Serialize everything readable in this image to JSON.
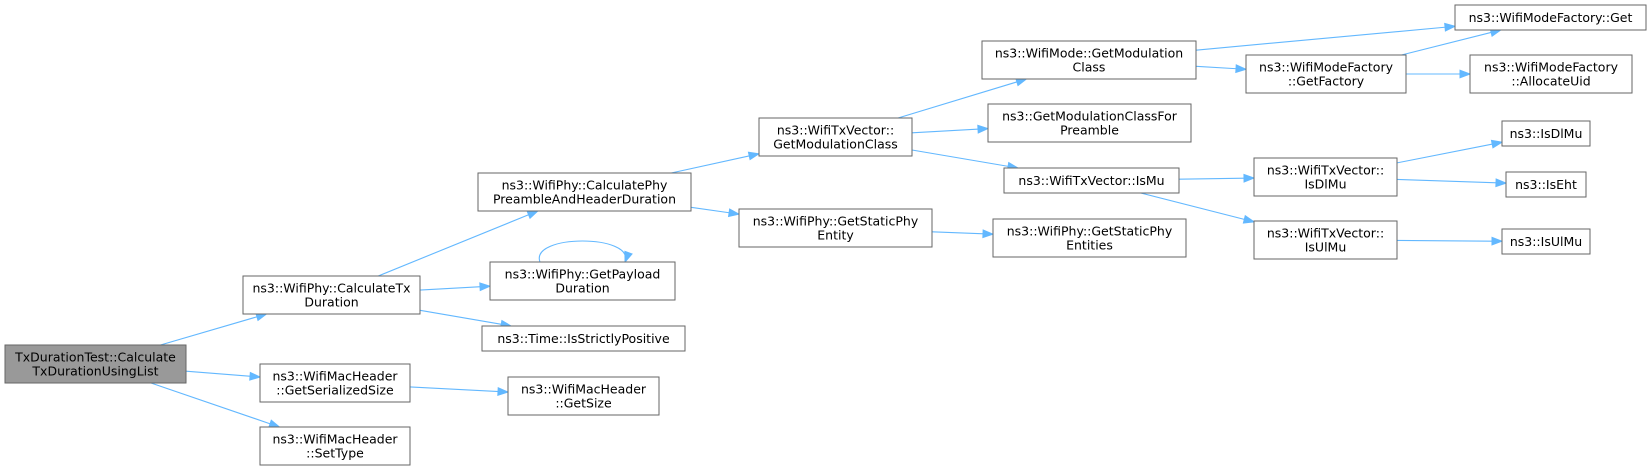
{
  "colors": {
    "edge": "#63b8ff",
    "node_border": "#666666",
    "root_fill": "#999999",
    "node_fill": "#ffffff"
  },
  "nodes": {
    "root": [
      "TxDurationTest::Calculate",
      "TxDurationUsingList"
    ],
    "calcTx": [
      "ns3::WifiPhy::CalculateTx",
      "Duration"
    ],
    "getSerSize": [
      "ns3::WifiMacHeader",
      "::GetSerializedSize"
    ],
    "setType": [
      "ns3::WifiMacHeader",
      "::SetType"
    ],
    "calcPre": [
      "ns3::WifiPhy::CalculatePhy",
      "PreambleAndHeaderDuration"
    ],
    "getPayload": [
      "ns3::WifiPhy::GetPayload",
      "Duration"
    ],
    "isStrict": [
      "ns3::Time::IsStrictlyPositive"
    ],
    "getSize": [
      "ns3::WifiMacHeader",
      "::GetSize"
    ],
    "txGetMod": [
      "ns3::WifiTxVector::",
      "GetModulationClass"
    ],
    "getStatic": [
      "ns3::WifiPhy::GetStaticPhy",
      "Entity"
    ],
    "modeGetMod": [
      "ns3::WifiMode::GetModulation",
      "Class"
    ],
    "modClassPre": [
      "ns3::GetModulationClassFor",
      "Preamble"
    ],
    "txIsMu": [
      "ns3::WifiTxVector::IsMu"
    ],
    "staticEnt": [
      "ns3::WifiPhy::GetStaticPhy",
      "Entities"
    ],
    "factGet": [
      "ns3::WifiModeFactory::Get"
    ],
    "getFactory": [
      "ns3::WifiModeFactory",
      "::GetFactory"
    ],
    "allocUid": [
      "ns3::WifiModeFactory",
      "::AllocateUid"
    ],
    "txIsDlMu": [
      "ns3::WifiTxVector::",
      "IsDlMu"
    ],
    "txIsUlMu": [
      "ns3::WifiTxVector::",
      "IsUlMu"
    ],
    "isDlMu": [
      "ns3::IsDlMu"
    ],
    "isEht": [
      "ns3::IsEht"
    ],
    "isUlMu": [
      "ns3::IsUlMu"
    ]
  },
  "edges": [
    [
      "root",
      "calcTx"
    ],
    [
      "root",
      "getSerSize"
    ],
    [
      "root",
      "setType"
    ],
    [
      "calcTx",
      "calcPre"
    ],
    [
      "calcTx",
      "getPayload"
    ],
    [
      "calcTx",
      "isStrict"
    ],
    [
      "getSerSize",
      "getSize"
    ],
    [
      "calcPre",
      "txGetMod"
    ],
    [
      "calcPre",
      "getStatic"
    ],
    [
      "getPayload",
      "getPayload"
    ],
    [
      "txGetMod",
      "modeGetMod"
    ],
    [
      "txGetMod",
      "modClassPre"
    ],
    [
      "txGetMod",
      "txIsMu"
    ],
    [
      "getStatic",
      "staticEnt"
    ],
    [
      "modeGetMod",
      "factGet"
    ],
    [
      "modeGetMod",
      "getFactory"
    ],
    [
      "getFactory",
      "factGet"
    ],
    [
      "getFactory",
      "allocUid"
    ],
    [
      "txIsMu",
      "txIsDlMu"
    ],
    [
      "txIsMu",
      "txIsUlMu"
    ],
    [
      "txIsDlMu",
      "isDlMu"
    ],
    [
      "txIsDlMu",
      "isEht"
    ],
    [
      "txIsUlMu",
      "isUlMu"
    ]
  ]
}
